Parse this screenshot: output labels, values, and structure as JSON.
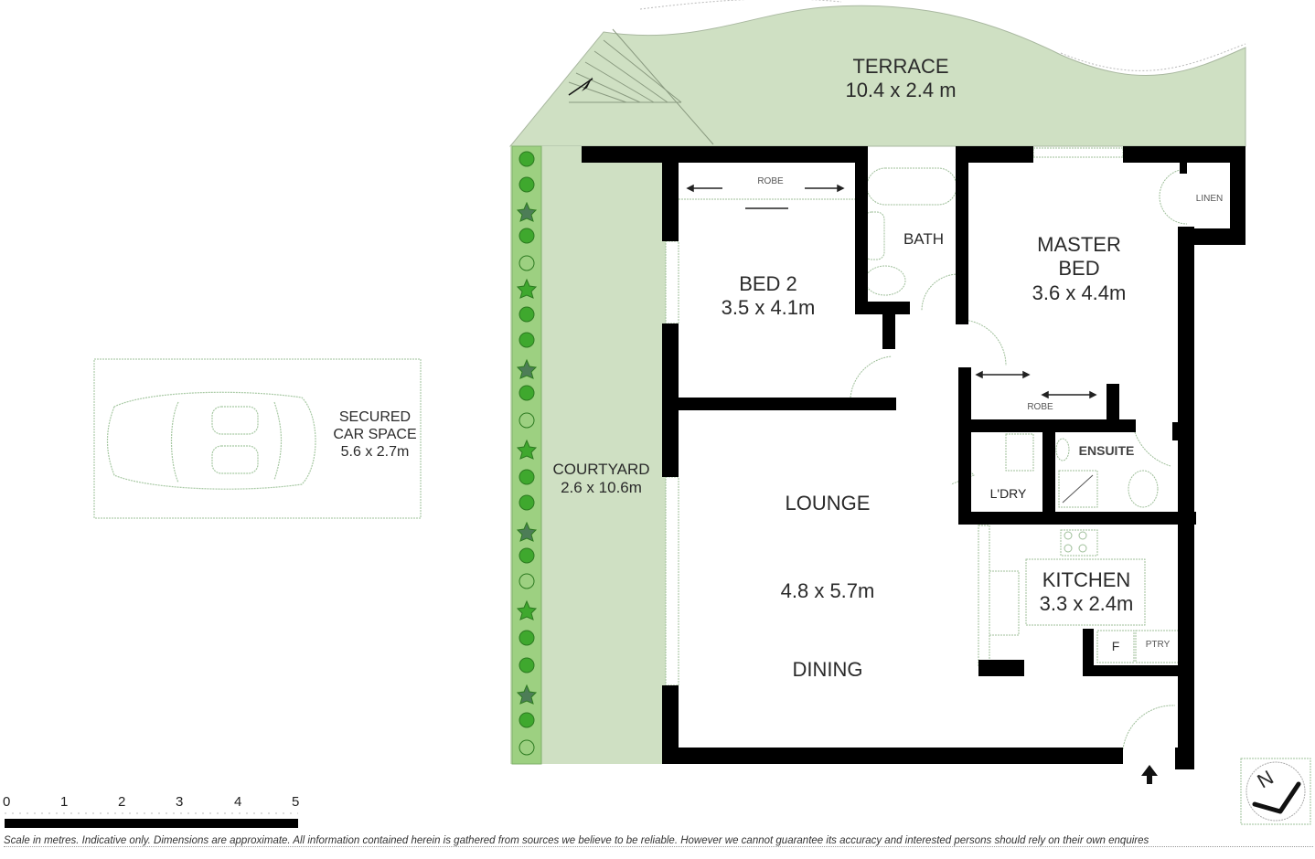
{
  "plan": {
    "colors": {
      "wall": "#000000",
      "outdoor": "#cfe0c3",
      "planter": "#9dd081",
      "plant": "#3fa82e",
      "fixture": "#9fbf9a"
    },
    "rooms": [
      {
        "id": "terrace",
        "name": "TERRACE",
        "dims": "10.4 x 2.4 m"
      },
      {
        "id": "courtyard",
        "name": "COURTYARD",
        "dims": "2.6 x 10.6m"
      },
      {
        "id": "bed2",
        "name": "BED 2",
        "dims": "3.5 x 4.1m"
      },
      {
        "id": "bath",
        "name": "BATH",
        "dims": ""
      },
      {
        "id": "master",
        "name": "MASTER\nBED",
        "name_line1": "MASTER",
        "name_line2": "BED",
        "dims": "3.6 x 4.4m"
      },
      {
        "id": "lounge",
        "name": "LOUNGE",
        "dims": "4.8 x 5.7m"
      },
      {
        "id": "dining",
        "name": "DINING",
        "dims": ""
      },
      {
        "id": "kitchen",
        "name": "KITCHEN",
        "dims": "3.3 x 2.4m"
      },
      {
        "id": "ensuite",
        "name": "ENSUITE",
        "dims": ""
      },
      {
        "id": "laundry",
        "name": "L'DRY",
        "dims": ""
      }
    ],
    "fixtures": {
      "robe_bed2": "ROBE",
      "robe_master": "ROBE",
      "linen": "LINEN",
      "fridge": "F",
      "pantry": "PTRY"
    },
    "car_space": {
      "line1": "SECURED",
      "line2": "CAR SPACE",
      "dims": "5.6 x 2.7m"
    },
    "entry_arrow": "entry-arrow-icon",
    "compass": {
      "label": "N",
      "icon": "north-arrow-icon"
    }
  },
  "scale": {
    "ticks": [
      "0",
      "1",
      "2",
      "3",
      "4",
      "5"
    ],
    "unit": "metres"
  },
  "disclaimer": "Scale in metres. Indicative only. Dimensions are approximate. All information contained herein is gathered from sources we believe to be reliable. However we cannot guarantee its accuracy and interested persons should rely on their own enquires"
}
